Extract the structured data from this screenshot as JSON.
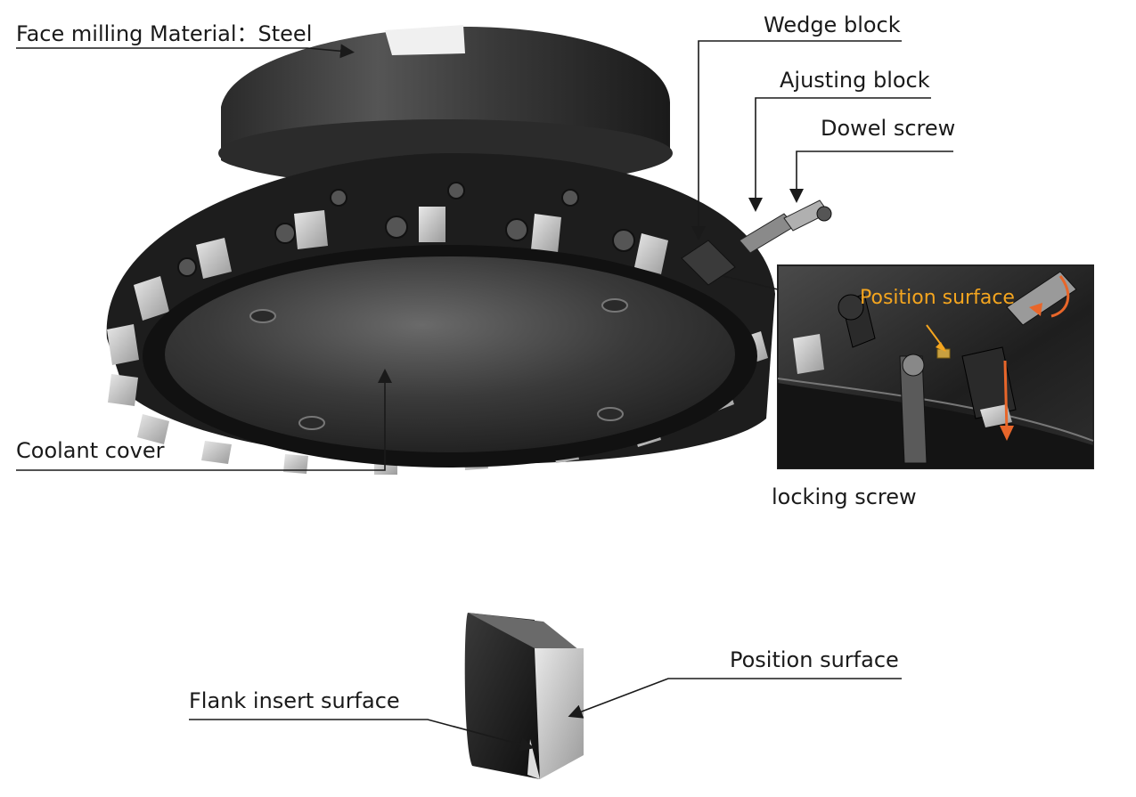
{
  "labels": {
    "face_milling": "Face milling Material：Steel",
    "wedge_block": "Wedge block",
    "ajusting_block": "Ajusting block",
    "dowel_screw": "Dowel screw",
    "position_surface_inset": "Position surface",
    "coolant_cover": "Coolant cover",
    "locking_screw": "locking screw",
    "position_surface": "Position surface",
    "flank_insert_surface": "Flank insert surface"
  },
  "colors": {
    "cutter_body": "#1c1c1c",
    "insert_silver": "#c8c8c8",
    "accent_orange": "#e8662a",
    "label_orange": "#f4a51f",
    "leader_line": "#1a1a1a"
  }
}
